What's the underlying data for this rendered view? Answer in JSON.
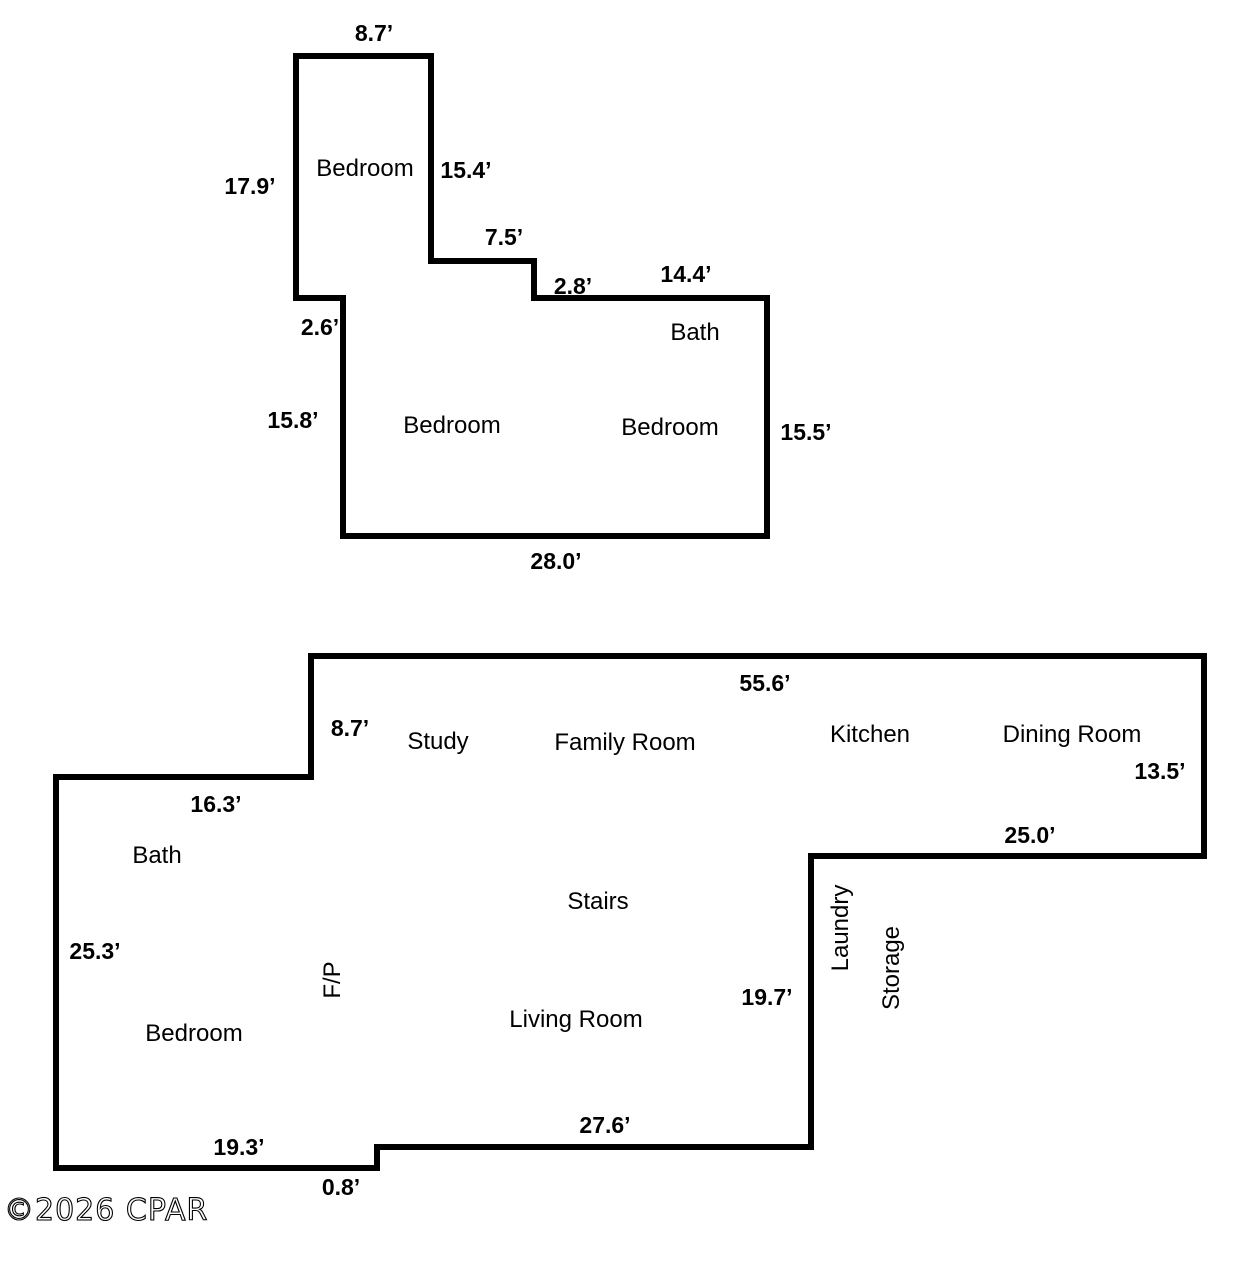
{
  "colors": {
    "wall": "#000000",
    "background": "#ffffff"
  },
  "upper_floor": {
    "rooms": [
      "Bedroom",
      "Bath",
      "Bedroom",
      "Bedroom"
    ],
    "dimensions": [
      "8.7’",
      "17.9’",
      "15.4’",
      "7.5’",
      "2.8’",
      "14.4’",
      "2.6’",
      "15.8’",
      "15.5’",
      "28.0’"
    ]
  },
  "main_floor": {
    "rooms": [
      "Study",
      "Family Room",
      "Kitchen",
      "Dining Room",
      "Bath",
      "Stairs",
      "F/P",
      "Bedroom",
      "Living Room",
      "Laundry",
      "Storage"
    ],
    "dimensions": [
      "55.6’",
      "8.7’",
      "13.5’",
      "16.3’",
      "25.0’",
      "25.3’",
      "19.7’",
      "19.3’",
      "27.6’",
      "0.8’"
    ]
  },
  "copyright": "©2026 CPAR"
}
